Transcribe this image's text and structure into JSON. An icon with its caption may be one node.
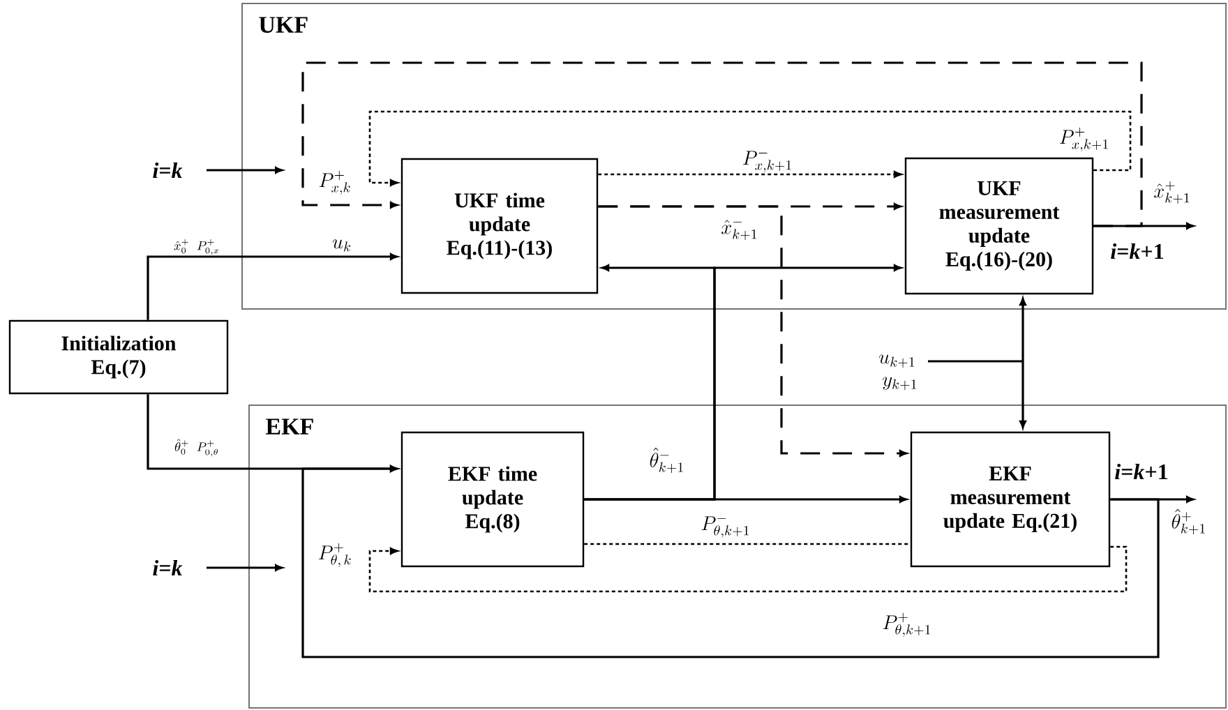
{
  "diagram": {
    "nodes": [
      {
        "text": [
          "UKF"
        ]
      },
      {
        "text": [
          "UKF time update Eq.(11)-(13)"
        ],
        "in": 0
      },
      {
        "text": [
          "UKF measurement update Eq.(16)-(20)"
        ],
        "in": 0
      },
      {
        "text": [
          "Initialization Eq.(7)"
        ]
      },
      {
        "text": [
          "EKF"
        ]
      },
      {
        "text": [
          "EKF time update Eq.(8)"
        ],
        "in": 4
      },
      {
        "text": [
          "EKF measurement update Eq.(21)"
        ],
        "in": 4
      }
    ],
    "edges": [
      {
        "from": 3,
        "to": 1,
        "arrow": "to",
        "label": "\\hat{x}_0^+\\;\\;P_{0,x}^+"
      },
      {
        "from": 2,
        "to": 1,
        "arrow": "to",
        "style": "dashed"
      },
      {
        "from": 2,
        "to": null,
        "arrow": "to",
        "label": "\\hat{x}_{k+1}^+"
      },
      {
        "from": 2,
        "to": 1,
        "arrow": "to",
        "style": "dashed",
        "label": "P_{x,k+1}^+"
      },
      {
        "from": 1,
        "to": 2,
        "arrow": "to",
        "style": "dashed",
        "label": "P_{x,k+1}^-"
      },
      {
        "from": 1,
        "to": 2,
        "arrow": "to",
        "style": "dashed"
      },
      {
        "from": 1,
        "to": 6,
        "arrow": "to",
        "style": "dashed"
      },
      {
        "from": 5,
        "to": 1,
        "arrow": "to"
      },
      {
        "from": 5,
        "to": 2,
        "arrow": "to"
      },
      {
        "from": 5,
        "to": 6,
        "arrow": "to",
        "label": "\\hat{\\theta}_{k+1}^-"
      },
      {
        "from": 5,
        "to": 6,
        "arrow": "none",
        "style": "dashed",
        "label": "P_{\\theta,k+1}^-"
      },
      {
        "from": 6,
        "to": 5,
        "arrow": "to",
        "style": "dashed"
      },
      {
        "from": 3,
        "to": 5,
        "arrow": "to",
        "label": "\\hat{\\theta}_0^+\\;\\;P_{0,\\theta}^+"
      },
      {
        "from": 6,
        "to": 5,
        "arrow": "to",
        "label": "P_{\\theta,k+1}^+"
      },
      {
        "from": 6,
        "to": null,
        "arrow": "to",
        "label": "\\hat{\\theta}_{k+1}^+"
      },
      {
        "from": null,
        "to": 2,
        "arrow": "to"
      },
      {
        "from": null,
        "to": 6,
        "arrow": "to"
      }
    ],
    "labels": [
      "*i*=*k*",
      "P_{x,k}^+",
      "u_k",
      "\\hat{x}_{k+1}^-",
      "*i*=*k*+1",
      "u_{k+1}",
      "y_{k+1}",
      "*i*=*k*+1",
      "*i*=*k*",
      "P_{\\theta,\\,k}^+"
    ]
  }
}
